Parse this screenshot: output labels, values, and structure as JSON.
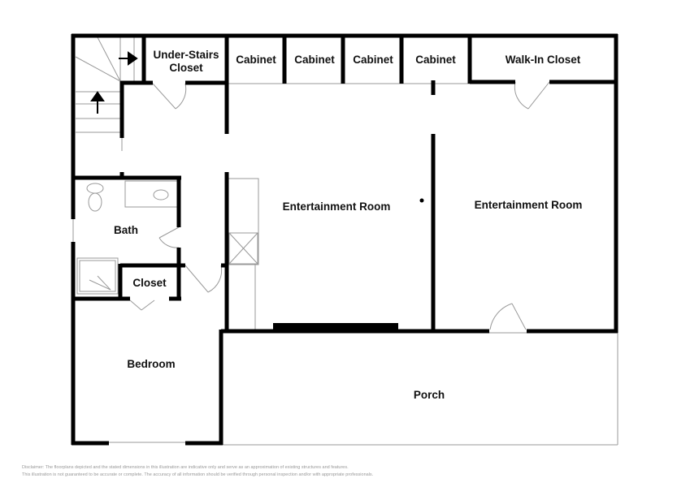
{
  "floorplan": {
    "rooms": {
      "under_stairs_closet_1": "Under-Stairs",
      "under_stairs_closet_2": "Closet",
      "cabinet_1": "Cabinet",
      "cabinet_2": "Cabinet",
      "cabinet_3": "Cabinet",
      "cabinet_4": "Cabinet",
      "walk_in_closet": "Walk-In Closet",
      "bath": "Bath",
      "closet": "Closet",
      "entertainment_room_1": "Entertainment Room",
      "entertainment_room_2": "Entertainment Room",
      "bedroom": "Bedroom",
      "porch": "Porch"
    },
    "colors": {
      "wall": "#000000",
      "fixture": "#999999"
    }
  },
  "disclaimer": {
    "line1": "Disclaimer: The floorplans depicted and the stated dimensions in this illustration are indicative only and serve as an approximation of existing structures and features.",
    "line2": "This illustration is not guaranteed to be accurate or complete. The accuracy of all information should be verified through personal inspection and/or with appropriate professionals."
  }
}
